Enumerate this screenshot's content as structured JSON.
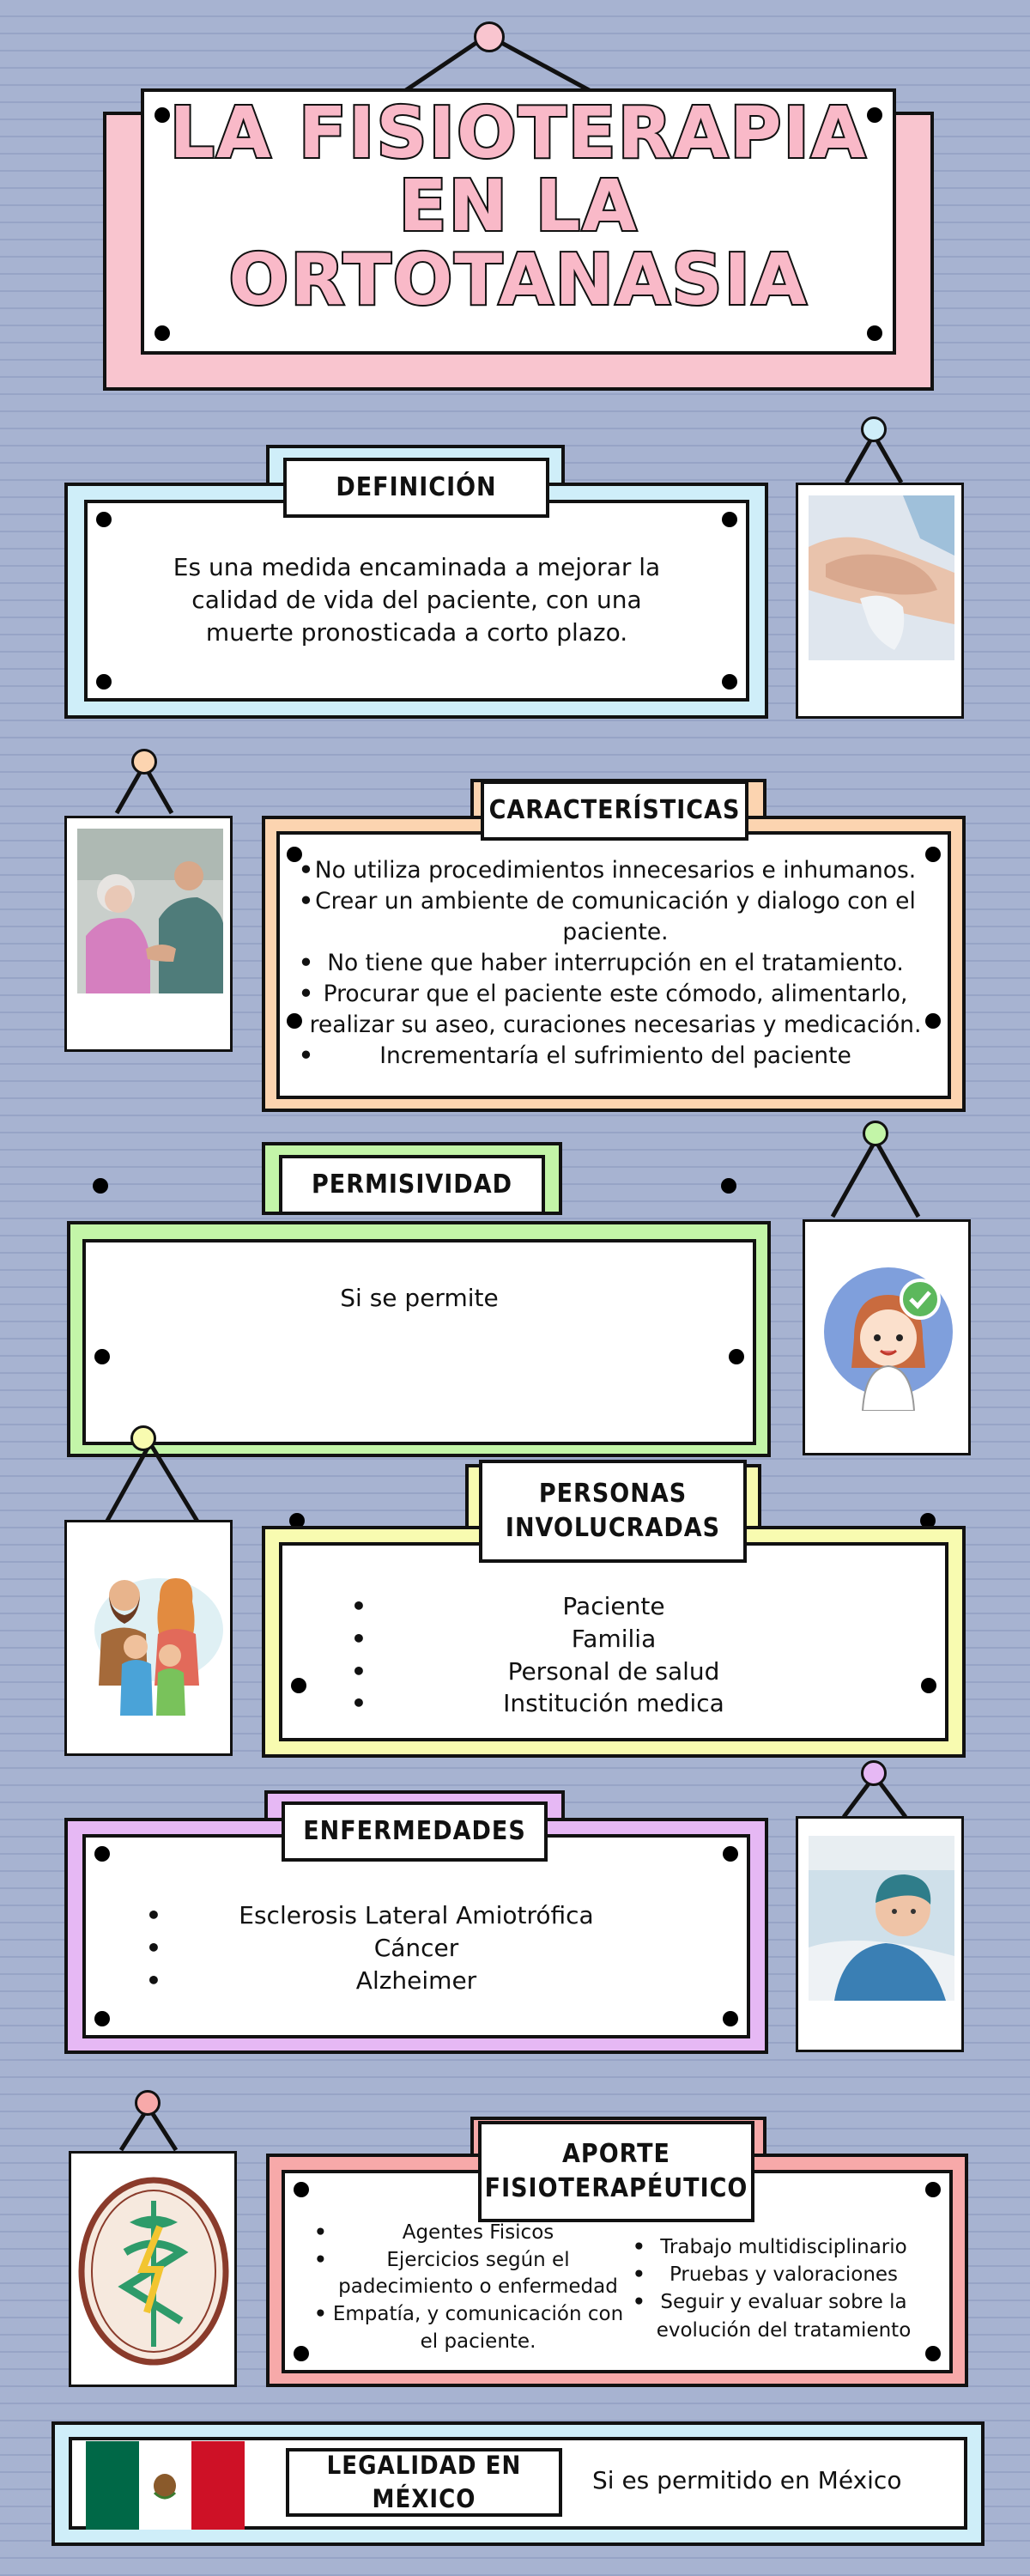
{
  "title": {
    "line1": "LA  FISIOTERAPIA",
    "line2": "EN LA",
    "line3": "ORTOTANASIA"
  },
  "colors": {
    "background": "#a7b3d1",
    "pink": "#f9c5cf",
    "blue": "#cfeef9",
    "orange": "#fcd4b0",
    "green": "#c3f5a8",
    "yellow": "#f8fbb0",
    "purple": "#e6b8f4",
    "salmon": "#f7a9a9"
  },
  "sections": {
    "definicion": {
      "label": "DEFINICIÓN",
      "text": "Es una medida encaminada a mejorar la calidad de vida del paciente, con una muerte pronosticada a corto plazo.",
      "image": "hands-holding-image"
    },
    "caracteristicas": {
      "label": "CARACTERÍSTICAS",
      "items": [
        "No utiliza procedimientos innecesarios e inhumanos.",
        "Crear un ambiente de comunicación y dialogo con el paciente.",
        "No tiene que haber interrupción en el tratamiento.",
        "Procurar que el paciente este cómodo, alimentarlo, realizar su aseo, curaciones necesarias y medicación.",
        "Incrementaría el sufrimiento del paciente"
      ],
      "image": "caregiver-elderly-image"
    },
    "permisividad": {
      "label": "PERMISIVIDAD",
      "text": "Si se permite",
      "image": "girl-checkmark-image"
    },
    "personas": {
      "label_line1": "PERSONAS",
      "label_line2": "INVOLUCRADAS",
      "items": [
        "Paciente",
        "Familia",
        "Personal de salud",
        "Institución medica"
      ],
      "image": "family-image"
    },
    "enfermedades": {
      "label": "ENFERMEDADES",
      "items": [
        "Esclerosis Lateral Amiotrófica",
        "Cáncer",
        "Alzheimer"
      ],
      "image": "patient-bed-image"
    },
    "aporte": {
      "label_line1": "APORTE",
      "label_line2": "FISIOTERAPÉUTICO",
      "left_items": [
        "Agentes Fisicos",
        "Ejercicios según el padecimiento o enfermedad",
        "Empatía, y comunicación con el paciente."
      ],
      "right_items": [
        "Trabajo multidisciplinario",
        "Pruebas y valoraciones",
        "Seguir y evaluar sobre la evolución del tratamiento"
      ],
      "image": "physiotherapy-emblem-image"
    },
    "legalidad": {
      "label": "LEGALIDAD EN MÉXICO",
      "text": "Si es permitido en México",
      "image": "mexico-flag-image"
    }
  }
}
